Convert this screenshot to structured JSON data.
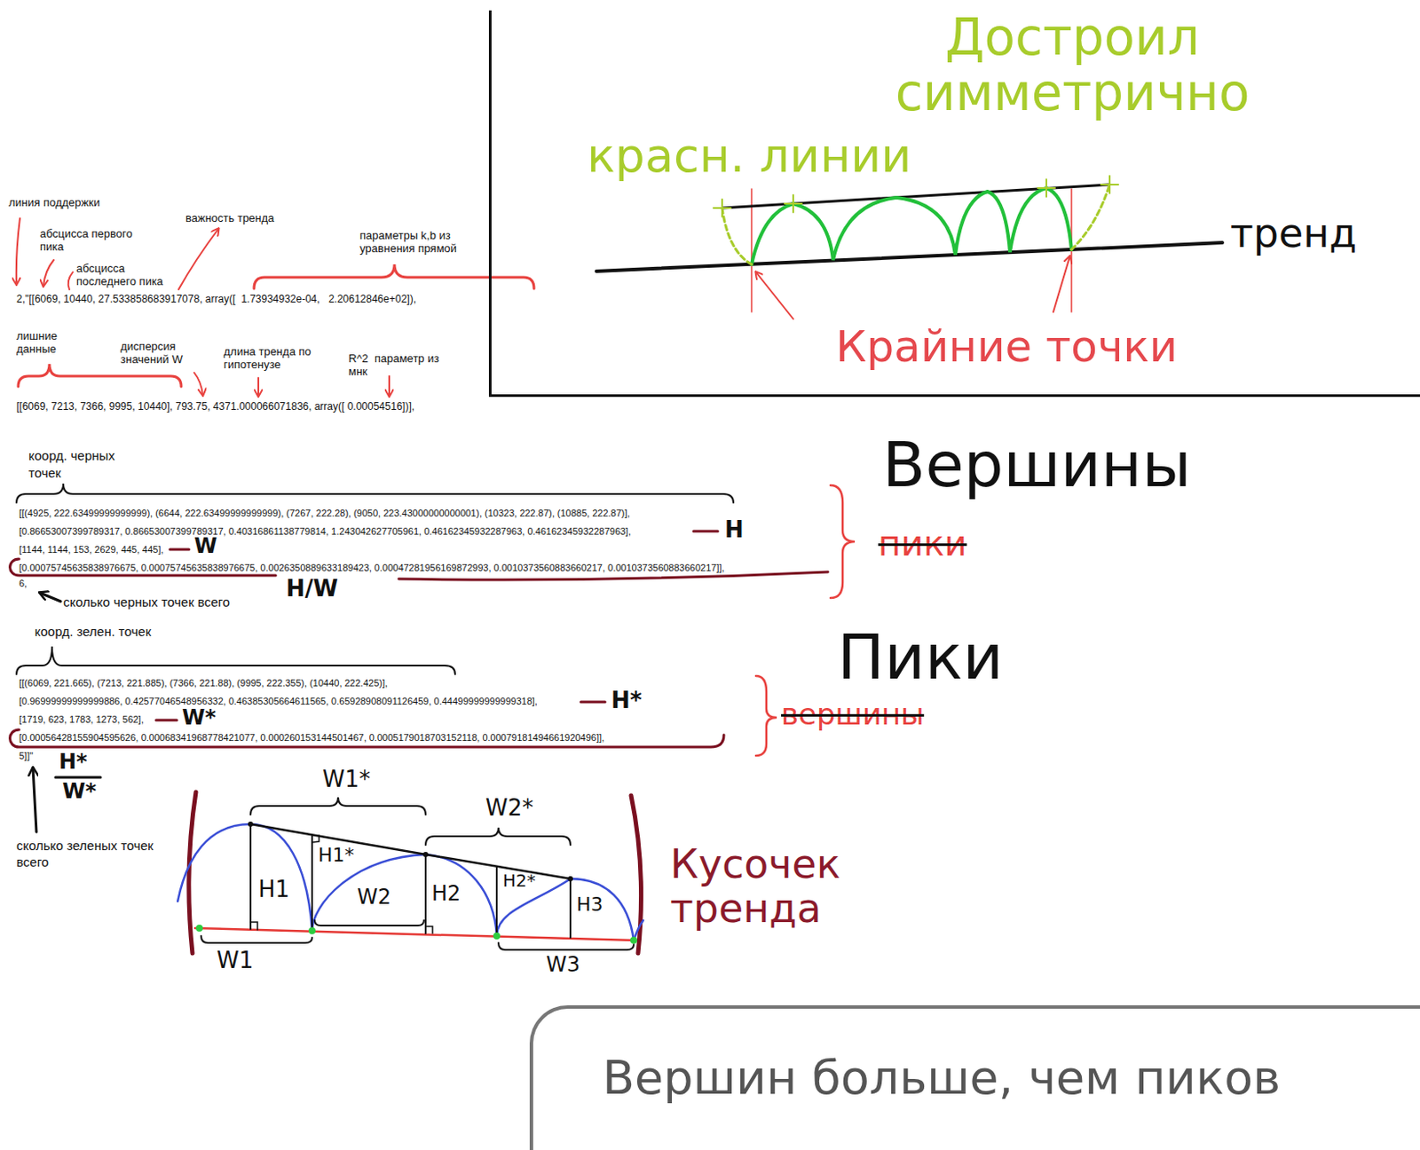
{
  "diagram": {
    "nodes": [
      {
        "text": [
          "Достроил симметрично",
          "красн. линии",
          "тренд",
          "Крайние точки"
        ]
      },
      {
        "text": [
          "Вершин больше, чем пиков"
        ]
      }
    ],
    "labels": [
      "линия поддержки",
      "абсцисса первого пика",
      "абсцисса последнего пика",
      "важность тренда",
      "параметры k,b из уравнения прямой",
      "2,\"[[6069, 10440, 27.533858683917078, array([  1.73934932e-04,   2.20612846e+02]),",
      "лишние данные",
      "дисперсия значений W",
      "длина тренда по гипотенузе",
      "R^2  параметр из мнк",
      "[[6069, 7213, 7366, 9995, 10440], 793.75, 4371.000066071836, array([ 0.00054516])],",
      "коорд. черных точек",
      "[[(4925, 222.63499999999999), (6644, 222.63499999999999), (7267, 222.28), (9050, 223.43000000000001), (10323, 222.87), (10885, 222.87)],",
      "[0.86653007399789317, 0.86653007399789317, 0.40316861138779814, 1.243042627705961, 0.46162345932287963, 0.46162345932287963],",
      "[1144, 1144, 153, 2629, 445, 445],",
      "[0.00075745635838976675, 0.00075745635838976675, 0.0026350889633189423, 0.00047281956169872993, 0.0010373560883660217, 0.0010373560883660217]],",
      "6,",
      "H",
      "W",
      "H/W",
      "сколько черных точек всего",
      "Вершины",
      "пики",
      "коорд. зелен. точек",
      "[[(6069, 221.665), (7213, 221.885), (7366, 221.88), (9995, 222.355), (10440, 222.425)],",
      "[0.96999999999999886, 0.42577046548956332, 0.46385305664611565, 0.65928908091126459, 0.44499999999999318],",
      "[1719, 623, 1783, 1273, 562],",
      "[0.00056428155904595626, 0.00068341968778421077, 0.000260153144501467, 0.0005179018703152118, 0.00079181494661920496]],",
      "5]]\"",
      "H*",
      "W*",
      "H*",
      "W*",
      "сколько зеленых точек всего",
      "Пики",
      "вершины",
      "W1*",
      "W2*",
      "H1",
      "H1*",
      "W2",
      "H2",
      "H2*",
      "H3",
      "W1",
      "W3",
      "Кусочек тренда"
    ]
  }
}
